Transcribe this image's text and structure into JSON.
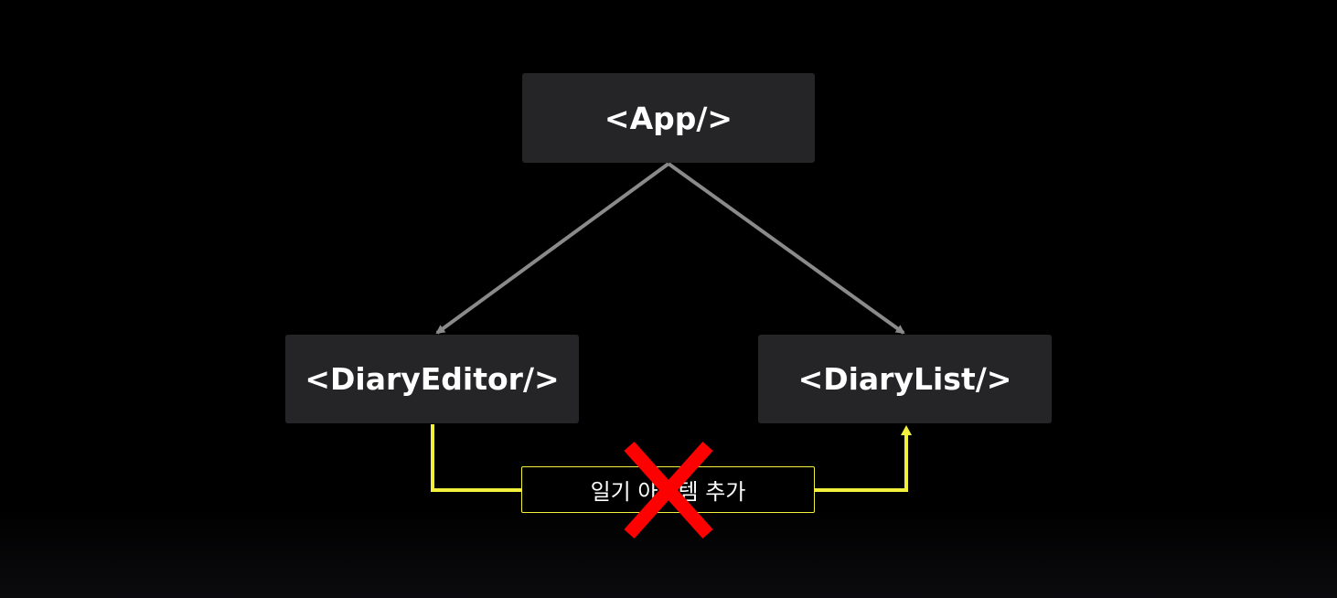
{
  "nodes": {
    "app": "<App/>",
    "editor": "<DiaryEditor/>",
    "list": "<DiaryList/>"
  },
  "flow_label": "일기 아이템 추가",
  "colors": {
    "background": "#000000",
    "node_fill": "#252528",
    "edge_gray": "#8a8a8a",
    "flow_yellow": "#f2f03c",
    "cross_red": "#ff0000"
  },
  "icons": {
    "blocked": "red-x-icon"
  }
}
